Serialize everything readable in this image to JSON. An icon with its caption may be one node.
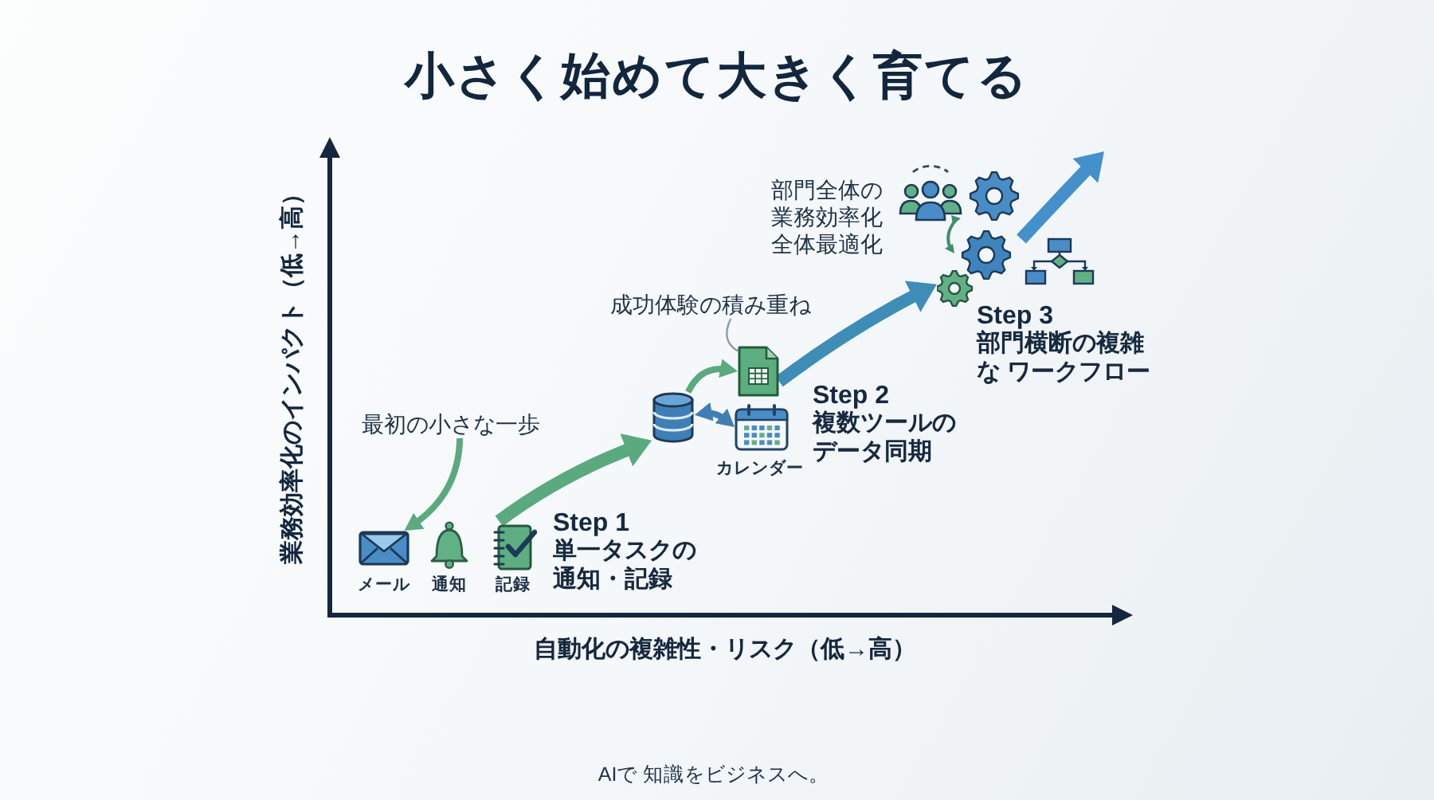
{
  "diagram": {
    "title": "小さく始めて大きく育てる",
    "nodes": [
      {
        "text": [
          "最初の小さな一歩"
        ]
      },
      {
        "text": [],
        "shape": "picture",
        "beside": [
          "メール"
        ]
      },
      {
        "text": [],
        "shape": "picture",
        "beside": [
          "通知"
        ]
      },
      {
        "text": [],
        "shape": "picture",
        "beside": [
          "記録"
        ]
      },
      {
        "text": [
          "成功体験の積み重ね"
        ]
      },
      {
        "text": [],
        "shape": "picture"
      },
      {
        "text": [],
        "shape": "picture"
      },
      {
        "text": [],
        "shape": "picture",
        "beside": [
          "カレンダー"
        ]
      },
      {
        "text": [],
        "shape": "picture"
      }
    ],
    "edges": [
      {
        "from": 0,
        "to": 1,
        "arrow": "to"
      },
      {
        "from": 3,
        "to": 5,
        "arrow": "to",
        "style": "thick"
      },
      {
        "from": 4,
        "to": 6,
        "arrow": "none",
        "color": "#8f9ba6"
      },
      {
        "from": 5,
        "to": 6,
        "arrow": "to"
      },
      {
        "from": 5,
        "to": 7,
        "arrow": "both",
        "color": "#3f7fb4"
      },
      {
        "from": 6,
        "to": 8,
        "arrow": "to",
        "style": "thick",
        "color": "#3e8db6"
      },
      {
        "from": 8,
        "to": null,
        "arrow": "to",
        "style": "thick",
        "color": "#4490cb"
      }
    ],
    "labels": [
      "業務効率化のインパクト（低→高）",
      "部門全体の業務効率化全体最適化",
      "Step 3",
      "部門横断の複雑な ワークフロー",
      "Step 2",
      "複数ツールのデータ同期",
      "Step 1",
      "単一タスクの通知・記録",
      "自動化の複雑性・リスク（低→高）",
      "AIで 知識をビジネスへ。"
    ]
  }
}
